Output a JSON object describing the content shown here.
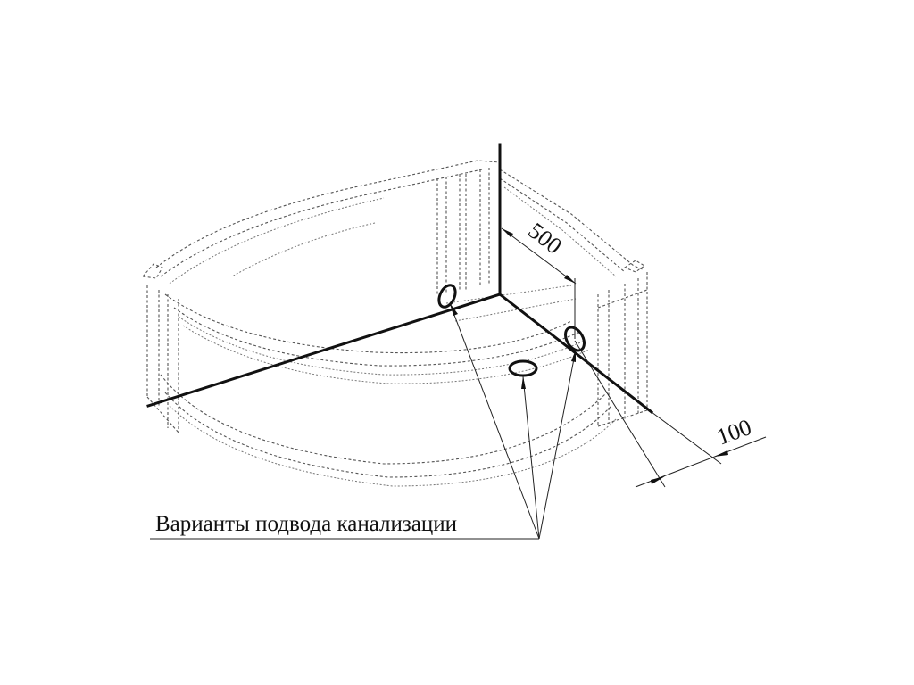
{
  "dimensions": {
    "wall_offset": "500",
    "edge_offset": "100"
  },
  "callout": {
    "label": "Варианты подвода канализации"
  },
  "outlets": [
    {
      "name": "left-wall-outlet"
    },
    {
      "name": "center-floor-outlet"
    },
    {
      "name": "right-wall-outlet"
    }
  ]
}
